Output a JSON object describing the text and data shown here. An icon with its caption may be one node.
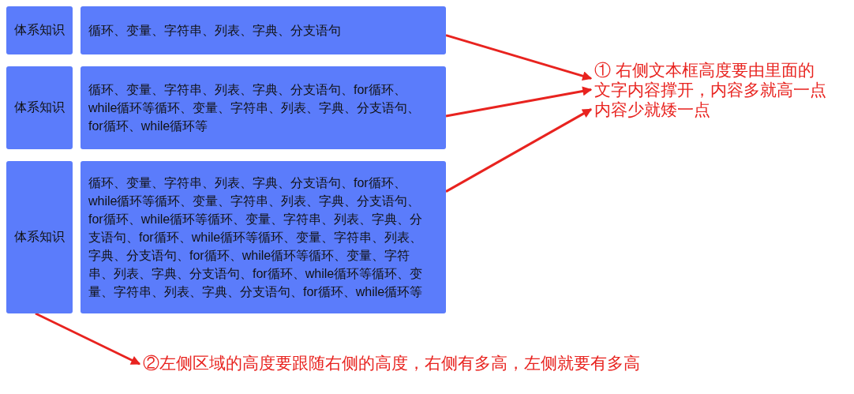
{
  "diagram": {
    "nodes": [
      {
        "text": [
          "体系知识"
        ]
      },
      {
        "text": [
          "循环、变量、字符串、列表、字典、分支语句"
        ]
      },
      {
        "text": [
          "体系知识"
        ]
      },
      {
        "text": [
          "循环、变量、字符串、列表、字典、分支语句、for循环、while循环等循环、变量、字符串、列表、字典、分支语句、for循环、while循环等"
        ]
      },
      {
        "text": [
          "体系知识"
        ]
      },
      {
        "text": [
          "循环、变量、字符串、列表、字典、分支语句、for循环、while循环等循环、变量、字符串、列表、字典、分支语句、for循环、while循环等循环、变量、字符串、列表、字典、分支语句、for循环、while循环等循环、变量、字符串、列表、字典、分支语句、for循环、while循环等循环、变量、字符串、列表、字典、分支语句、for循环、while循环等循环、变量、字符串、列表、字典、分支语句、for循环、while循环等"
        ]
      },
      {
        "text": [
          "① 右侧文本框高度要由里面的文字内容撑开，内容多就高一点内容少就矮一点"
        ]
      },
      {
        "text": [
          "②左侧区域的高度要跟随右侧的高度，右侧有多高，左侧就要有多高"
        ]
      }
    ],
    "edges": [
      {
        "from": 1,
        "to": 6,
        "arrow": "to"
      },
      {
        "from": 3,
        "to": 6,
        "arrow": "to"
      },
      {
        "from": 5,
        "to": 6,
        "arrow": "to"
      },
      {
        "from": 4,
        "to": 7,
        "arrow": "to"
      }
    ]
  }
}
